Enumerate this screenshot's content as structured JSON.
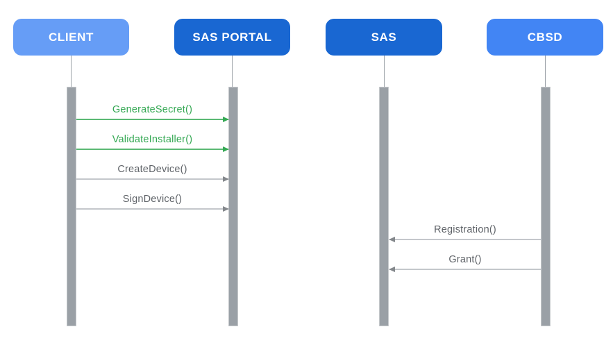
{
  "diagram": {
    "type": "sequence",
    "background": "#ffffff",
    "lifeline_color": "#9aa0a6",
    "actors": [
      {
        "label": "CLIENT",
        "color": "#669df6",
        "text_color": "#ffffff"
      },
      {
        "label": "SAS PORTAL",
        "color": "#1967d2",
        "text_color": "#ffffff"
      },
      {
        "label": "SAS",
        "color": "#1967d2",
        "text_color": "#ffffff"
      },
      {
        "label": "CBSD",
        "color": "#4285f4",
        "text_color": "#ffffff"
      }
    ],
    "messages": [
      {
        "label": "GenerateSecret()",
        "from": "CLIENT",
        "to": "SAS PORTAL",
        "direction": "right",
        "text_color": "#34a853",
        "line_color": "#5bb974",
        "head_color": "#34a853"
      },
      {
        "label": "ValidateInstaller()",
        "from": "CLIENT",
        "to": "SAS PORTAL",
        "direction": "right",
        "text_color": "#34a853",
        "line_color": "#5bb974",
        "head_color": "#34a853"
      },
      {
        "label": "CreateDevice()",
        "from": "CLIENT",
        "to": "SAS PORTAL",
        "direction": "right",
        "text_color": "#5f6368",
        "line_color": "#c4c7cb",
        "head_color": "#84888c"
      },
      {
        "label": "SignDevice()",
        "from": "CLIENT",
        "to": "SAS PORTAL",
        "direction": "right",
        "text_color": "#5f6368",
        "line_color": "#c4c7cb",
        "head_color": "#84888c"
      },
      {
        "label": "Registration()",
        "from": "CBSD",
        "to": "SAS",
        "direction": "left",
        "text_color": "#5f6368",
        "line_color": "#c4c7cb",
        "head_color": "#84888c"
      },
      {
        "label": "Grant()",
        "from": "CBSD",
        "to": "SAS",
        "direction": "left",
        "text_color": "#5f6368",
        "line_color": "#c4c7cb",
        "head_color": "#84888c"
      }
    ]
  }
}
